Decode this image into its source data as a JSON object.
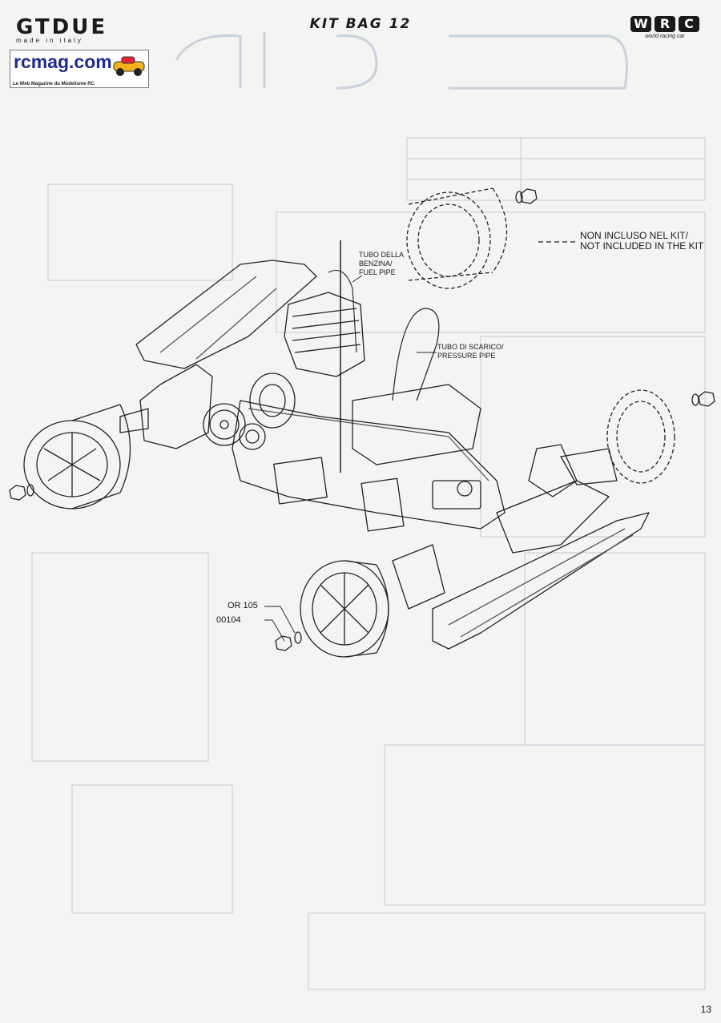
{
  "header": {
    "brand_name": "GTDUE",
    "brand_subtitle": "made in italy",
    "page_title": "KIT BAG 12",
    "wrc_letters": [
      "W",
      "R",
      "C"
    ],
    "wrc_tagline": "world racing car"
  },
  "watermark": {
    "site": "rcmag.com",
    "subtitle": "Le Web Magazine du Modelisme RC"
  },
  "labels": {
    "fuel_pipe_1": "TUBO DELLA",
    "fuel_pipe_2": "BENZINA/",
    "fuel_pipe_3": "FUEL PIPE",
    "pressure_pipe_1": "TUBO DI SCARICO/",
    "pressure_pipe_2": "PRESSURE PIPE",
    "not_included_1": "NON INCLUSO NEL KIT/",
    "not_included_2": "NOT INCLUDED IN THE KIT",
    "part_or105": "OR 105",
    "part_00104": "00104"
  },
  "page_number": "13"
}
